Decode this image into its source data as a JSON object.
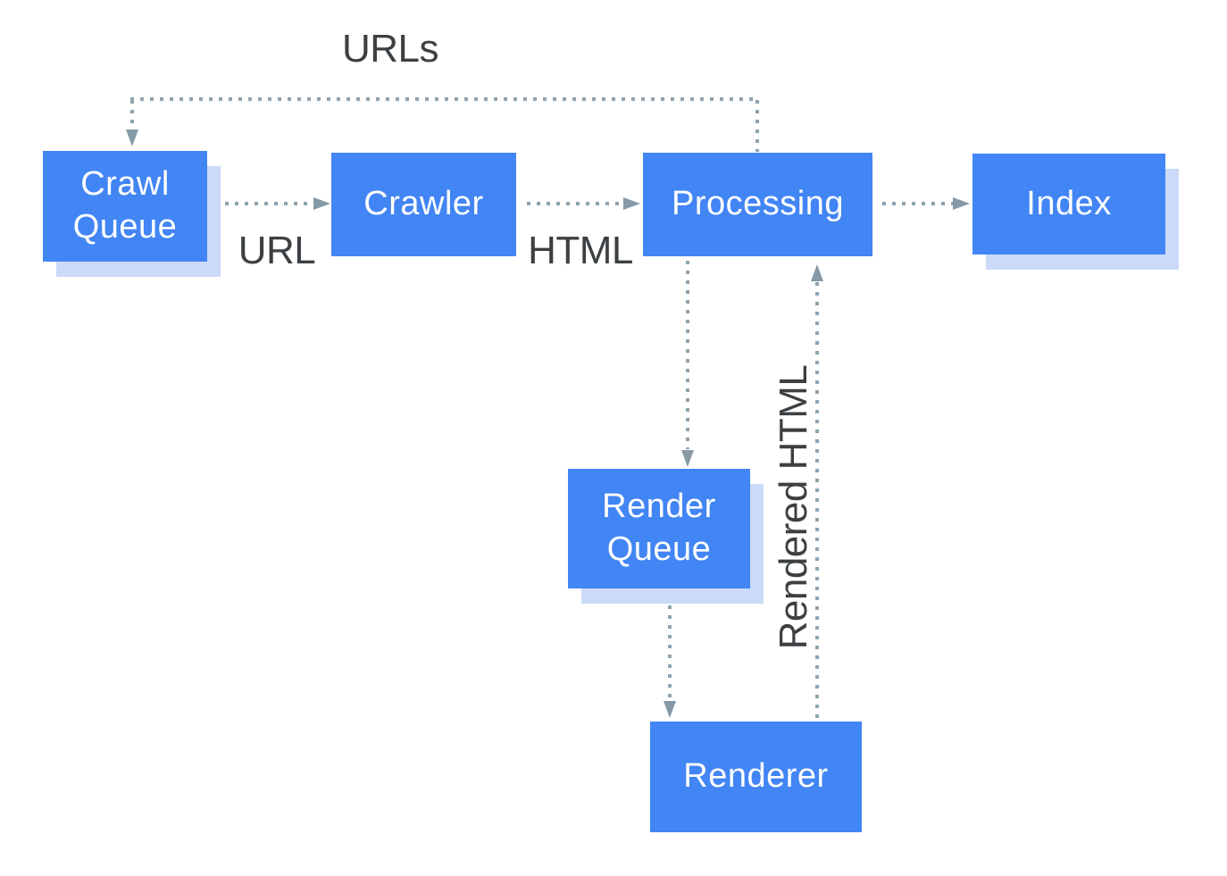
{
  "diagram": {
    "nodes": {
      "crawl_queue": {
        "label": "Crawl Queue"
      },
      "crawler": {
        "label": "Crawler"
      },
      "processing": {
        "label": "Processing"
      },
      "index": {
        "label": "Index"
      },
      "render_queue": {
        "label": "Render Queue"
      },
      "renderer": {
        "label": "Renderer"
      }
    },
    "edge_labels": {
      "urls": "URLs",
      "url": "URL",
      "html": "HTML",
      "rendered_html": "Rendered HTML"
    },
    "colors": {
      "node_fill": "#4285F4",
      "node_text": "#FFFFFF",
      "node_shadow": "#CBDAF8",
      "connector": "#8FA3AF",
      "arrowhead": "#8699A6",
      "label_text": "#3C4043",
      "background": "#FFFFFF"
    }
  }
}
